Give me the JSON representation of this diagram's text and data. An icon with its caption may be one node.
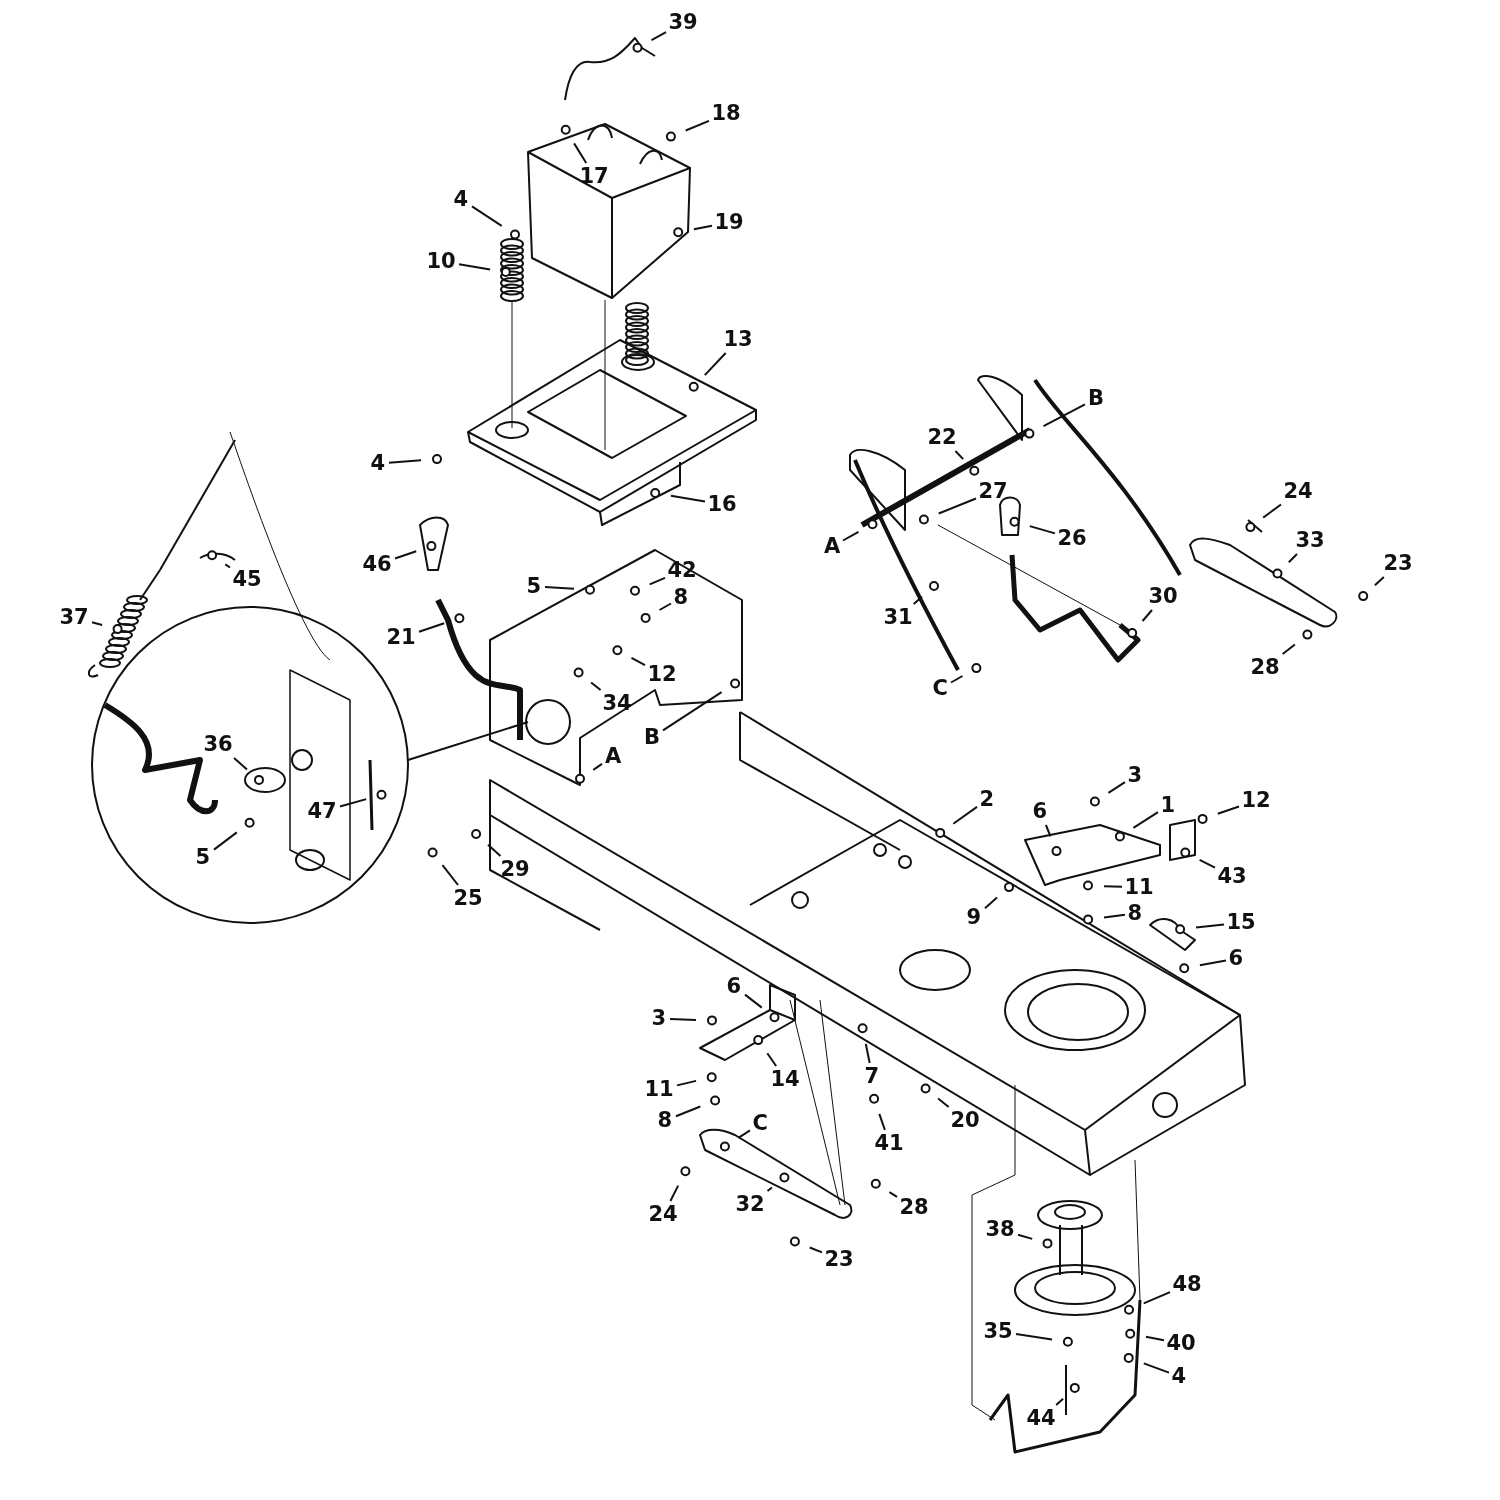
{
  "diagram": {
    "nodes": [
      {
        "text": [
          "39"
        ]
      },
      {
        "text": [
          "18"
        ]
      },
      {
        "text": [
          "17"
        ]
      },
      {
        "text": [
          "4"
        ]
      },
      {
        "text": [
          "19"
        ]
      },
      {
        "text": [
          "10"
        ]
      },
      {
        "text": [
          "13"
        ]
      },
      {
        "text": [
          "4"
        ]
      },
      {
        "text": [
          "16"
        ]
      },
      {
        "text": [
          "46"
        ]
      },
      {
        "text": [
          "45"
        ]
      },
      {
        "text": [
          "5"
        ]
      },
      {
        "text": [
          "42"
        ]
      },
      {
        "text": [
          "8"
        ]
      },
      {
        "text": [
          "37"
        ]
      },
      {
        "text": [
          "21"
        ]
      },
      {
        "text": [
          "12"
        ]
      },
      {
        "text": [
          "34"
        ]
      },
      {
        "text": [
          "B"
        ]
      },
      {
        "text": [
          "A"
        ]
      },
      {
        "text": [
          "36"
        ]
      },
      {
        "text": [
          "47"
        ]
      },
      {
        "text": [
          "5"
        ]
      },
      {
        "text": [
          "25"
        ]
      },
      {
        "text": [
          "29"
        ]
      },
      {
        "text": [
          "22"
        ]
      },
      {
        "text": [
          "B"
        ]
      },
      {
        "text": [
          "27"
        ]
      },
      {
        "text": [
          "26"
        ]
      },
      {
        "text": [
          "A"
        ]
      },
      {
        "text": [
          "24"
        ]
      },
      {
        "text": [
          "33"
        ]
      },
      {
        "text": [
          "23"
        ]
      },
      {
        "text": [
          "31"
        ]
      },
      {
        "text": [
          "30"
        ]
      },
      {
        "text": [
          "C"
        ]
      },
      {
        "text": [
          "28"
        ]
      },
      {
        "text": [
          "2"
        ]
      },
      {
        "text": [
          "3"
        ]
      },
      {
        "text": [
          "6"
        ]
      },
      {
        "text": [
          "1"
        ]
      },
      {
        "text": [
          "12"
        ]
      },
      {
        "text": [
          "43"
        ]
      },
      {
        "text": [
          "11"
        ]
      },
      {
        "text": [
          "8"
        ]
      },
      {
        "text": [
          "9"
        ]
      },
      {
        "text": [
          "15"
        ]
      },
      {
        "text": [
          "6"
        ]
      },
      {
        "text": [
          "6"
        ]
      },
      {
        "text": [
          "3"
        ]
      },
      {
        "text": [
          "14"
        ]
      },
      {
        "text": [
          "11"
        ]
      },
      {
        "text": [
          "8"
        ]
      },
      {
        "text": [
          "7"
        ]
      },
      {
        "text": [
          "41"
        ]
      },
      {
        "text": [
          "20"
        ]
      },
      {
        "text": [
          "C"
        ]
      },
      {
        "text": [
          "24"
        ]
      },
      {
        "text": [
          "32"
        ]
      },
      {
        "text": [
          "28"
        ]
      },
      {
        "text": [
          "23"
        ]
      },
      {
        "text": [
          "38"
        ]
      },
      {
        "text": [
          "48"
        ]
      },
      {
        "text": [
          "35"
        ]
      },
      {
        "text": [
          "40"
        ]
      },
      {
        "text": [
          "4"
        ]
      },
      {
        "text": [
          "44"
        ]
      }
    ],
    "edges": [
      {
        "from": 0,
        "to": null,
        "arrow": "none"
      },
      {
        "from": 1,
        "to": null,
        "arrow": "none"
      },
      {
        "from": 2,
        "to": null,
        "arrow": "none"
      },
      {
        "from": 3,
        "to": null,
        "arrow": "none"
      },
      {
        "from": 4,
        "to": null,
        "arrow": "none"
      },
      {
        "from": 5,
        "to": null,
        "arrow": "none"
      },
      {
        "from": 6,
        "to": null,
        "arrow": "none"
      },
      {
        "from": 7,
        "to": null,
        "arrow": "none"
      },
      {
        "from": 8,
        "to": null,
        "arrow": "none"
      },
      {
        "from": 9,
        "to": null,
        "arrow": "none"
      },
      {
        "from": 10,
        "to": null,
        "arrow": "none"
      },
      {
        "from": 11,
        "to": null,
        "arrow": "none"
      },
      {
        "from": 12,
        "to": null,
        "arrow": "none"
      },
      {
        "from": 13,
        "to": null,
        "arrow": "none"
      },
      {
        "from": 14,
        "to": null,
        "arrow": "none"
      },
      {
        "from": 15,
        "to": null,
        "arrow": "none"
      },
      {
        "from": 16,
        "to": null,
        "arrow": "none"
      },
      {
        "from": 17,
        "to": null,
        "arrow": "none"
      },
      {
        "from": 18,
        "to": null,
        "arrow": "none"
      },
      {
        "from": 19,
        "to": null,
        "arrow": "none"
      },
      {
        "from": 20,
        "to": null,
        "arrow": "none"
      },
      {
        "from": 21,
        "to": null,
        "arrow": "none"
      },
      {
        "from": 22,
        "to": null,
        "arrow": "none"
      },
      {
        "from": 23,
        "to": null,
        "arrow": "none"
      },
      {
        "from": 24,
        "to": null,
        "arrow": "none"
      },
      {
        "from": 25,
        "to": null,
        "arrow": "none"
      },
      {
        "from": 26,
        "to": null,
        "arrow": "none"
      },
      {
        "from": 27,
        "to": null,
        "arrow": "none"
      },
      {
        "from": 28,
        "to": null,
        "arrow": "none"
      },
      {
        "from": 29,
        "to": null,
        "arrow": "none"
      },
      {
        "from": 30,
        "to": null,
        "arrow": "none"
      },
      {
        "from": 31,
        "to": null,
        "arrow": "none"
      },
      {
        "from": 32,
        "to": null,
        "arrow": "none"
      },
      {
        "from": 33,
        "to": null,
        "arrow": "none"
      },
      {
        "from": 34,
        "to": null,
        "arrow": "none"
      },
      {
        "from": 35,
        "to": null,
        "arrow": "none"
      },
      {
        "from": 36,
        "to": null,
        "arrow": "none"
      },
      {
        "from": 37,
        "to": null,
        "arrow": "none"
      },
      {
        "from": 38,
        "to": null,
        "arrow": "none"
      },
      {
        "from": 39,
        "to": null,
        "arrow": "none"
      },
      {
        "from": 40,
        "to": null,
        "arrow": "none"
      },
      {
        "from": 41,
        "to": null,
        "arrow": "none"
      },
      {
        "from": 42,
        "to": null,
        "arrow": "none"
      },
      {
        "from": 43,
        "to": null,
        "arrow": "none"
      },
      {
        "from": 44,
        "to": null,
        "arrow": "none"
      },
      {
        "from": 45,
        "to": null,
        "arrow": "none"
      },
      {
        "from": 46,
        "to": null,
        "arrow": "none"
      },
      {
        "from": 47,
        "to": null,
        "arrow": "none"
      },
      {
        "from": 48,
        "to": null,
        "arrow": "none"
      },
      {
        "from": 49,
        "to": null,
        "arrow": "none"
      },
      {
        "from": 50,
        "to": null,
        "arrow": "none"
      },
      {
        "from": 51,
        "to": null,
        "arrow": "none"
      },
      {
        "from": 52,
        "to": null,
        "arrow": "none"
      },
      {
        "from": 53,
        "to": null,
        "arrow": "none"
      },
      {
        "from": 54,
        "to": null,
        "arrow": "none"
      },
      {
        "from": 55,
        "to": null,
        "arrow": "none"
      },
      {
        "from": 56,
        "to": null,
        "arrow": "none"
      },
      {
        "from": 57,
        "to": null,
        "arrow": "none"
      },
      {
        "from": 58,
        "to": null,
        "arrow": "none"
      },
      {
        "from": 59,
        "to": null,
        "arrow": "none"
      },
      {
        "from": 60,
        "to": null,
        "arrow": "none"
      },
      {
        "from": 61,
        "to": null,
        "arrow": "none"
      },
      {
        "from": 62,
        "to": null,
        "arrow": "none"
      },
      {
        "from": 63,
        "to": null,
        "arrow": "none"
      },
      {
        "from": 64,
        "to": null,
        "arrow": "none"
      },
      {
        "from": 65,
        "to": null,
        "arrow": "none"
      },
      {
        "from": 66,
        "to": null,
        "arrow": "none"
      }
    ]
  }
}
